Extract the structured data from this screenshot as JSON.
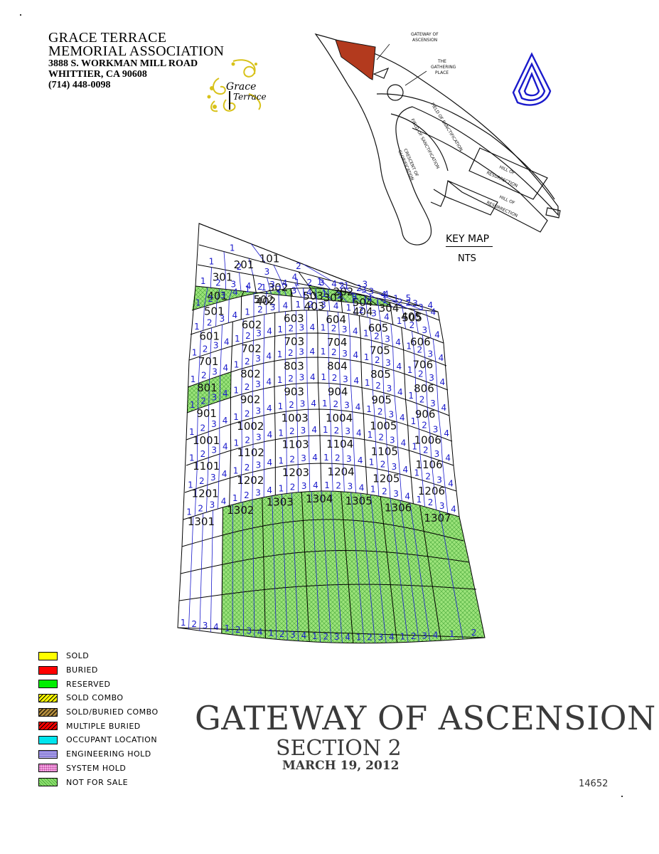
{
  "organization": {
    "name_line1": "GRACE TERRACE",
    "name_line2": "MEMORIAL ASSOCIATION",
    "address": "3888 S. WORKMAN MILL ROAD",
    "city": "WHITTIER, CA  90608",
    "phone": "(714) 448-0098",
    "logo_text_top": "Grace",
    "logo_text_bottom": "Terrace"
  },
  "key_map": {
    "title": "KEY MAP",
    "scale": "NTS",
    "labels": {
      "gateway": [
        "GATEWAY OF",
        "ASCENSION"
      ],
      "gathering": [
        "THE",
        "GATHERING",
        "PLACE"
      ],
      "field1": "FIELD OF SANCTIFICATION",
      "field2": "FIELD OF SANCTIFICATION",
      "crescent": [
        "CRESCENT OF",
        "GLORIFICATION"
      ],
      "hill1": [
        "HILL OF",
        "RESURRECTION"
      ],
      "hill2": [
        "HILL OF",
        "RESURRECTION"
      ]
    },
    "highlight_color": "#b33a1e"
  },
  "colors": {
    "plot_number": "#1a1acc",
    "not_for_sale_fill": "#9be37a"
  },
  "section_rows": [
    {
      "plots": [
        "101"
      ]
    },
    {
      "plots": [
        "201",
        "202"
      ]
    },
    {
      "plots": [
        "301",
        "302",
        "303",
        "304"
      ]
    },
    {
      "plots": [
        "401",
        "402",
        "403",
        "404",
        "405"
      ]
    },
    {
      "plots": [
        "501",
        "502",
        "503",
        "504",
        "505"
      ]
    },
    {
      "plots": [
        "601",
        "602",
        "603",
        "604",
        "605",
        "606"
      ]
    },
    {
      "plots": [
        "701",
        "702",
        "703",
        "704",
        "705",
        "706"
      ]
    },
    {
      "plots": [
        "801",
        "802",
        "803",
        "804",
        "805",
        "806"
      ]
    },
    {
      "plots": [
        "901",
        "902",
        "903",
        "904",
        "905",
        "906"
      ]
    },
    {
      "plots": [
        "1001",
        "1002",
        "1003",
        "1004",
        "1005",
        "1006"
      ]
    },
    {
      "plots": [
        "1101",
        "1102",
        "1103",
        "1104",
        "1105",
        "1106"
      ]
    },
    {
      "plots": [
        "1201",
        "1202",
        "1203",
        "1204",
        "1205",
        "1206"
      ]
    },
    {
      "plots": [
        "1301",
        "1302",
        "1303",
        "1304",
        "1305",
        "1306",
        "1307"
      ]
    }
  ],
  "legend": [
    {
      "label": "SOLD",
      "color": "#ffff00",
      "pattern": "solid"
    },
    {
      "label": "BURIED",
      "color": "#ff0000",
      "pattern": "solid"
    },
    {
      "label": "RESERVED",
      "color": "#00ee00",
      "pattern": "solid"
    },
    {
      "label": "SOLD COMBO",
      "color": "#ffff00",
      "pattern": "hatch"
    },
    {
      "label": "SOLD/BURIED COMBO",
      "color": "#b08a3c",
      "pattern": "hatch"
    },
    {
      "label": "MULTIPLE BURIED",
      "color": "#ff0000",
      "pattern": "hatch"
    },
    {
      "label": "OCCUPANT LOCATION",
      "color": "#00e5ee",
      "pattern": "solid"
    },
    {
      "label": "ENGINEERING HOLD",
      "color": "#b9b0f0",
      "pattern": "grid"
    },
    {
      "label": "SYSTEM HOLD",
      "color": "#f4a6e4",
      "pattern": "dots"
    },
    {
      "label": "NOT FOR SALE",
      "color": "#8fe070",
      "pattern": "cross"
    }
  ],
  "title": {
    "main": "GATEWAY OF ASCENSION",
    "section": "SECTION 2",
    "date": "MARCH 19, 2012"
  },
  "document_number": "14652"
}
